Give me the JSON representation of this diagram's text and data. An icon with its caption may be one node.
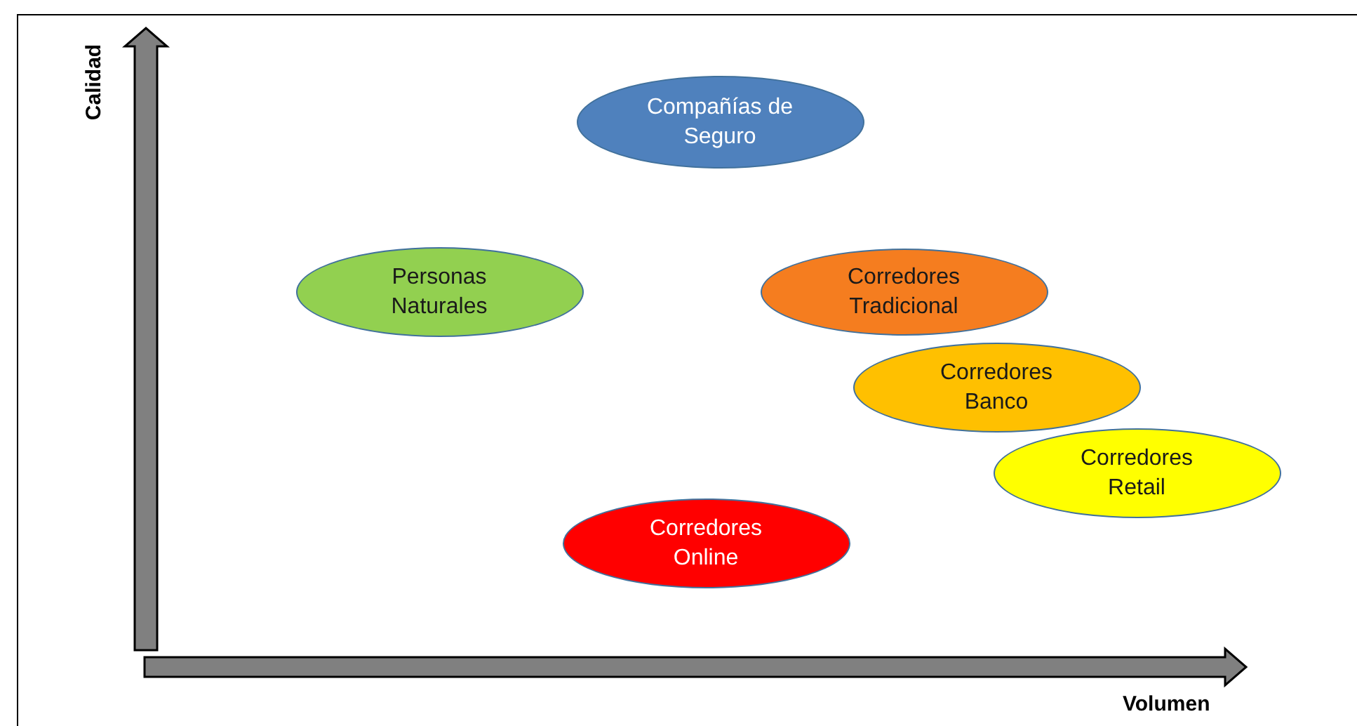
{
  "diagram": {
    "nodes": [
      {
        "text": [
          "Compañías de Seguro"
        ]
      },
      {
        "text": [
          "Personas Naturales"
        ]
      },
      {
        "text": [
          "Corredores Tradicional"
        ]
      },
      {
        "text": [
          "Corredores Banco"
        ]
      },
      {
        "text": [
          "Corredores Retail"
        ]
      },
      {
        "text": [
          "Corredores Online"
        ]
      }
    ],
    "edges": [],
    "labels": [
      "Calidad",
      "Volumen"
    ]
  }
}
